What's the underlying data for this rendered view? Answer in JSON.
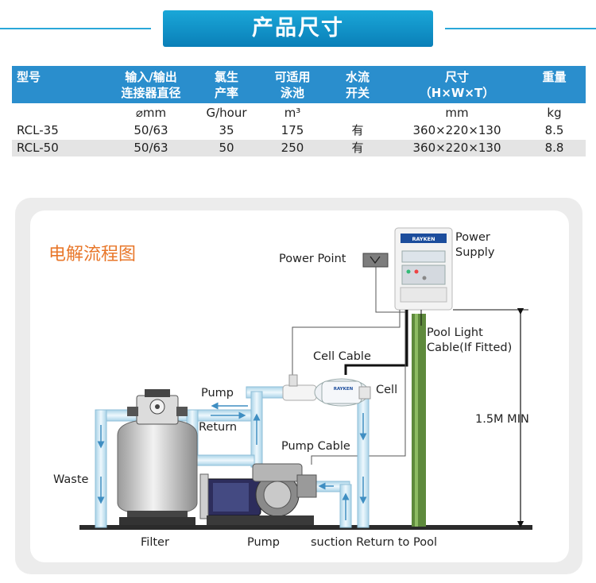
{
  "header": {
    "title": "产品尺寸"
  },
  "table": {
    "headers": [
      {
        "line1": "型号",
        "line2": ""
      },
      {
        "line1": "输入/输出",
        "line2": "连接器直径"
      },
      {
        "line1": "氯生",
        "line2": "产率"
      },
      {
        "line1": "可适用",
        "line2": "泳池"
      },
      {
        "line1": "水流",
        "line2": "开关"
      },
      {
        "line1": "尺寸",
        "line2": "（H×W×T）"
      },
      {
        "line1": "重量",
        "line2": ""
      }
    ],
    "units": [
      "",
      "⌀mm",
      "G/hour",
      "m³",
      "",
      "mm",
      "kg"
    ],
    "rows": [
      [
        "RCL-35",
        "50/63",
        "35",
        "175",
        "有",
        "360×220×130",
        "8.5"
      ],
      [
        "RCL-50",
        "50/63",
        "50",
        "250",
        "有",
        "360×220×130",
        "8.8"
      ]
    ]
  },
  "diagram": {
    "title": "电解流程图",
    "brand": "RAYKEN",
    "labels": {
      "power_point": "Power Point",
      "power_supply_1": "Power",
      "power_supply_2": "Supply",
      "pool_light_1": "Pool Light",
      "pool_light_2": "Cable(If Fitted)",
      "cell_cable": "Cell Cable",
      "cell": "Cell",
      "pump_top": "Pump",
      "return": "Return",
      "height": "1.5M MIN",
      "pump_cable": "Pump  Cable",
      "waste": "Waste",
      "filter": "Filter",
      "pump_bottom": "Pump",
      "suction_return": "suction Return to Pool"
    }
  },
  "colors": {
    "accent": "#2a8ecd",
    "pipe": "#cde6f2",
    "pole": "#5e8a3c",
    "title_orange": "#e8772a"
  }
}
